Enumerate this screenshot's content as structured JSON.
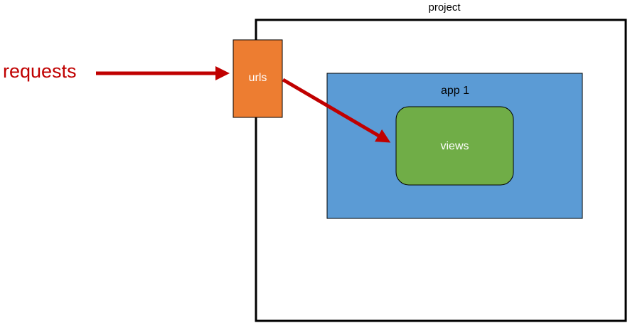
{
  "diagram": {
    "project_label": "project",
    "requests_label": "requests",
    "urls_label": "urls",
    "app_label": "app 1",
    "views_label": "views"
  },
  "colors": {
    "project_border": "#000000",
    "urls_fill": "#ed7d31",
    "app_fill": "#5b9bd5",
    "views_fill": "#70ad47",
    "arrow": "#c00000"
  }
}
